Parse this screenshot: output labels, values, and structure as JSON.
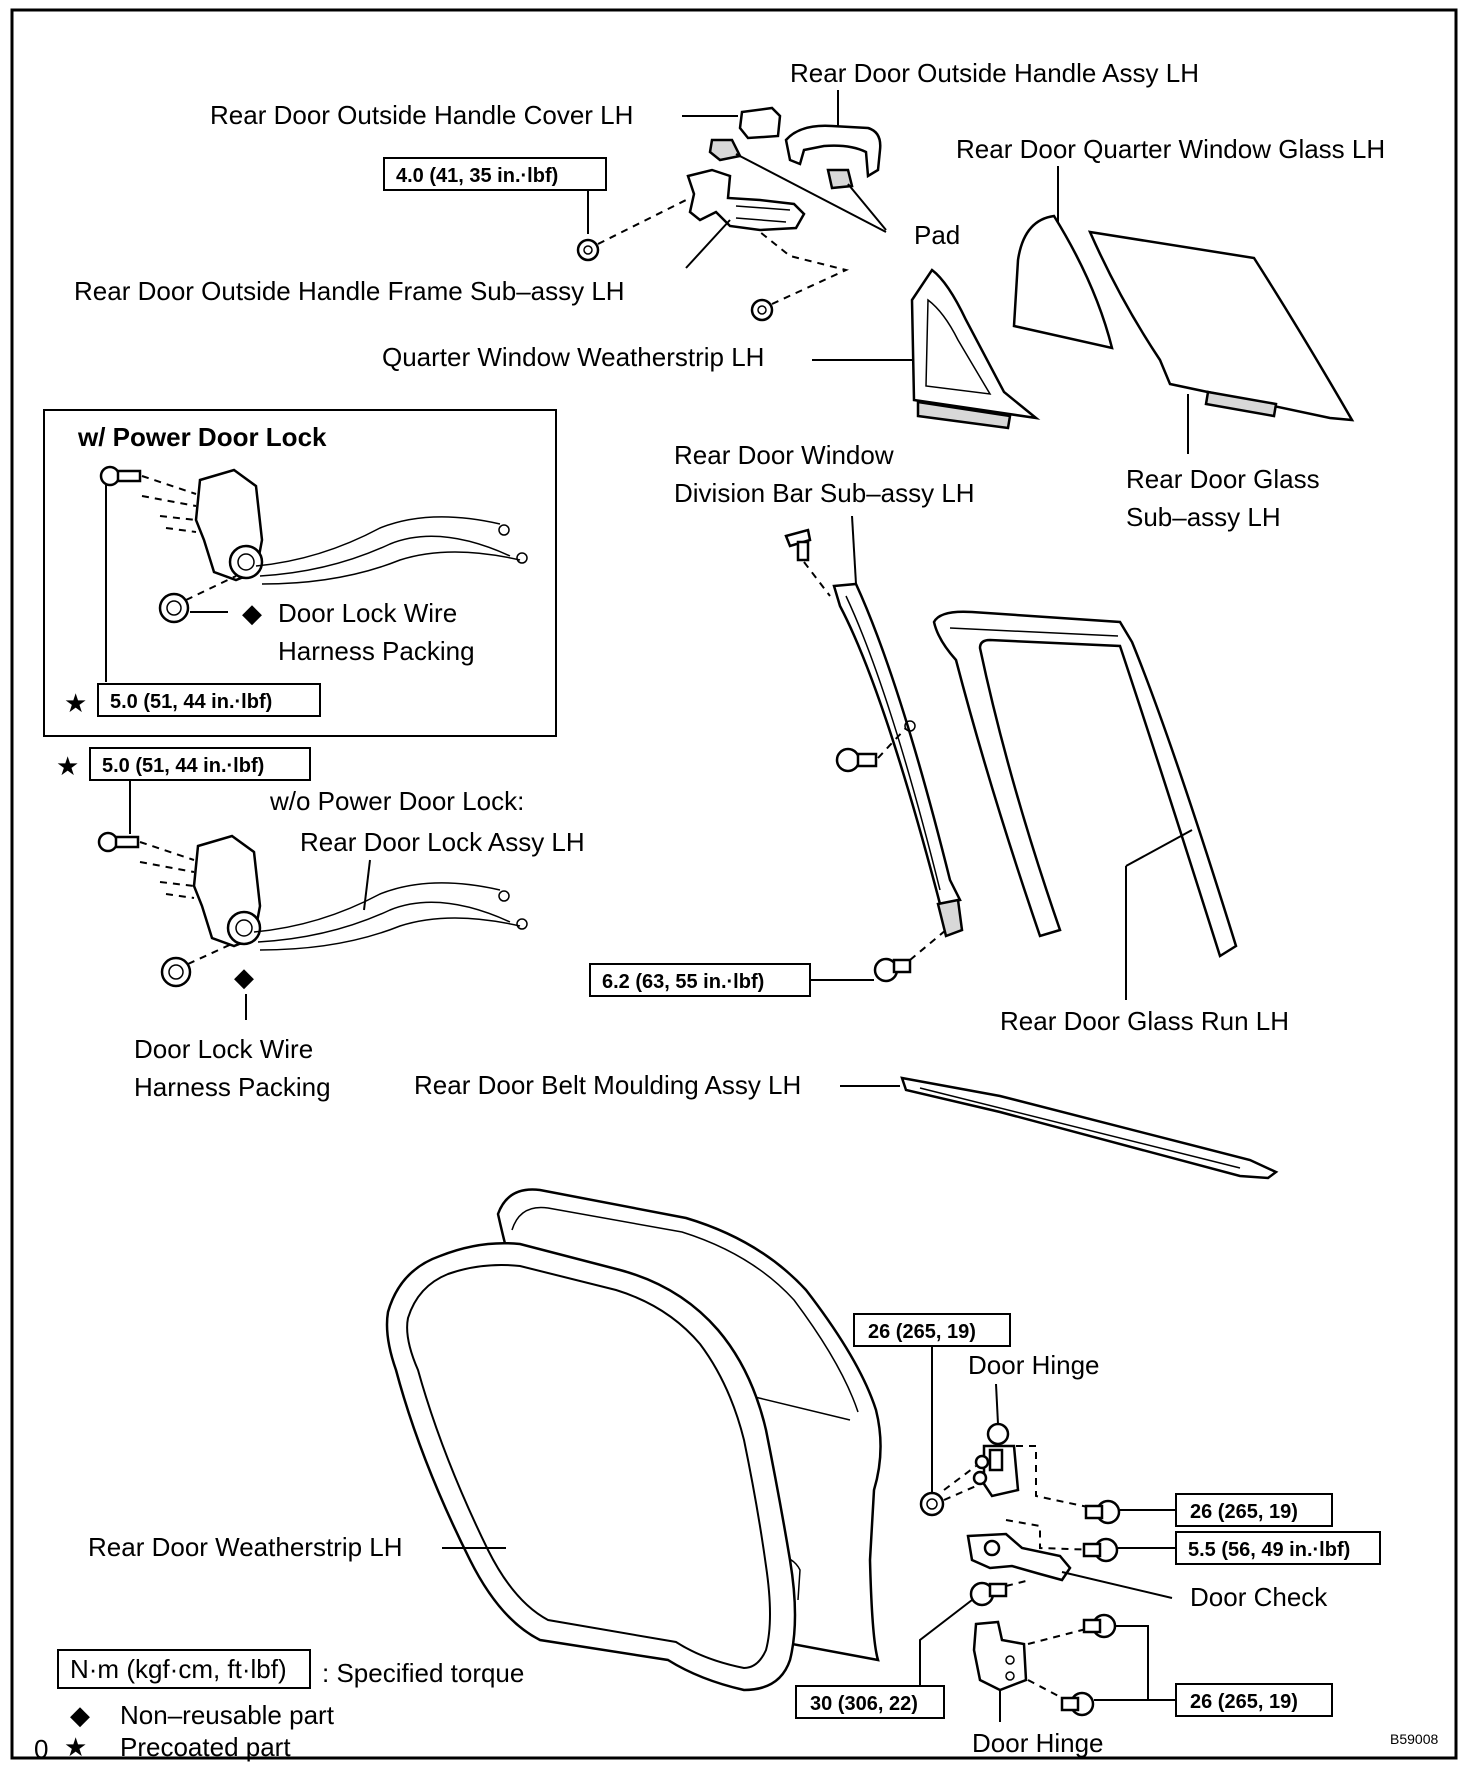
{
  "labels": {
    "outside_handle_assy": "Rear Door Outside Handle Assy LH",
    "outside_handle_cover": "Rear Door Outside Handle Cover LH",
    "quarter_window_glass": "Rear Door Quarter Window Glass LH",
    "pad": "Pad",
    "outside_handle_frame": "Rear Door Outside Handle Frame Sub–assy LH",
    "quarter_weatherstrip": "Quarter Window Weatherstrip LH",
    "division_bar_1": "Rear Door Window",
    "division_bar_2": "Division Bar Sub–assy LH",
    "door_glass_1": "Rear Door Glass",
    "door_glass_2": "Sub–assy LH",
    "power_lock_title": "w/ Power Door Lock",
    "wire_packing_a1": "Door Lock Wire",
    "wire_packing_a2": "Harness Packing",
    "wo_power_lock": "w/o Power Door Lock:",
    "door_lock_assy": "Rear Door Lock Assy LH",
    "wire_packing_b1": "Door Lock Wire",
    "wire_packing_b2": "Harness Packing",
    "glass_run": "Rear Door Glass Run LH",
    "belt_moulding": "Rear Door Belt Moulding Assy LH",
    "door_hinge_upper": "Door Hinge",
    "door_check": "Door Check",
    "door_weatherstrip": "Rear Door Weatherstrip LH",
    "door_hinge_lower": "Door Hinge",
    "figure_id": "B59008"
  },
  "torques": {
    "handle_frame": "4.0 (41, 35 in.·lbf)",
    "power_lock": "5.0 (51, 44 in.·lbf)",
    "no_power_lock": "5.0 (51, 44 in.·lbf)",
    "division_bar": "6.2 (63, 55 in.·lbf)",
    "hinge_upper_left": "26 (265, 19)",
    "hinge_upper_right": "26 (265, 19)",
    "door_check": "5.5 (56, 49 in.·lbf)",
    "hinge_lower_bolt": "30 (306, 22)",
    "hinge_lower_right": "26 (265, 19)"
  },
  "legend": {
    "unit_box": "N·m (kgf·cm, ft·lbf)",
    "unit_desc": ": Specified torque",
    "non_reusable": "Non–reusable part",
    "precoated": "Precoated part",
    "precoated_prefix": "0",
    "diamond_symbol": "◆",
    "star_symbol": "★"
  }
}
